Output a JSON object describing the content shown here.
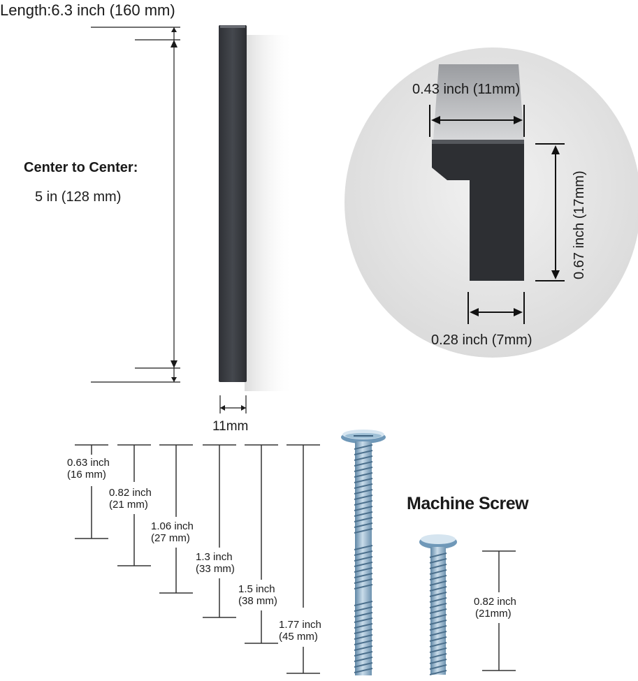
{
  "handle": {
    "length_label": "Length:",
    "length_value": "6.3 inch (160 mm)",
    "center_title": "Center to Center:",
    "center_value": "5 in (128 mm)",
    "width_label": "11mm"
  },
  "profile": {
    "top_width": "0.43 inch (11mm)",
    "height": "0.67 inch (17mm)",
    "bottom_width": "0.28 inch (7mm)"
  },
  "screw_lengths": [
    {
      "inch": "0.63 inch",
      "mm": "(16 mm)"
    },
    {
      "inch": "0.82 inch",
      "mm": "(21 mm)"
    },
    {
      "inch": "1.06 inch",
      "mm": "(27 mm)"
    },
    {
      "inch": "1.3 inch",
      "mm": "(33 mm)"
    },
    {
      "inch": "1.5 inch",
      "mm": "(38 mm)"
    },
    {
      "inch": "1.77 inch",
      "mm": "(45 mm)"
    }
  ],
  "machine_screw": {
    "title": "Machine Screw",
    "inch": "0.82 inch",
    "mm": "(21mm)"
  },
  "colors": {
    "handle": "#3a3c41",
    "circle_bg": "#e4e4e4",
    "screw": "#8fb3cc",
    "line": "#1a1a1a"
  }
}
